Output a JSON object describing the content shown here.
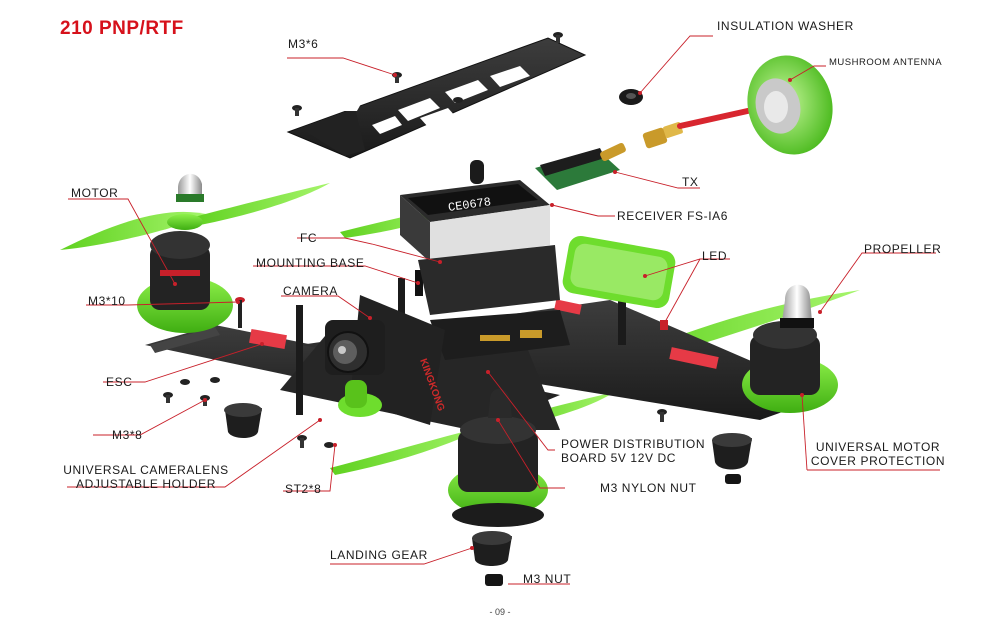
{
  "title": "210 PNP/RTF",
  "page_number": "- 09 -",
  "drone_logo": "KINGKONG",
  "receiver_print": "CE0678",
  "colors": {
    "accent_red": "#d6111b",
    "frame_green": "#5fd11f",
    "carbon": "#2b2b2b",
    "leader_line": "#c8202a"
  },
  "labels": {
    "insulation_washer": "INSULATION WASHER",
    "mushroom_antenna": "MUSHROOM ANTENNA",
    "m3x6": "M3*6",
    "tx": "TX",
    "motor": "MOTOR",
    "receiver": "RECEIVER FS-IA6",
    "fc": "FC",
    "mounting_base": "MOUNTING BASE",
    "led": "LED",
    "propeller": "PROPELLER",
    "camera": "CAMERA",
    "m3x10": "M3*10",
    "esc": "ESC",
    "m3x8": "M3*8",
    "camera_holder_line1": "UNIVERSAL CAMERALENS",
    "camera_holder_line2": "ADJUSTABLE HOLDER",
    "st2x8": "ST2*8",
    "pdb_line1": "POWER DISTRIBUTION",
    "pdb_line2": "BOARD 5V 12V DC",
    "m3_nylon_nut": "M3 NYLON NUT",
    "motor_cover_line1": "UNIVERSAL MOTOR",
    "motor_cover_line2": "COVER PROTECTION",
    "landing_gear": "LANDING GEAR",
    "m3_nut": "M3 NUT"
  }
}
